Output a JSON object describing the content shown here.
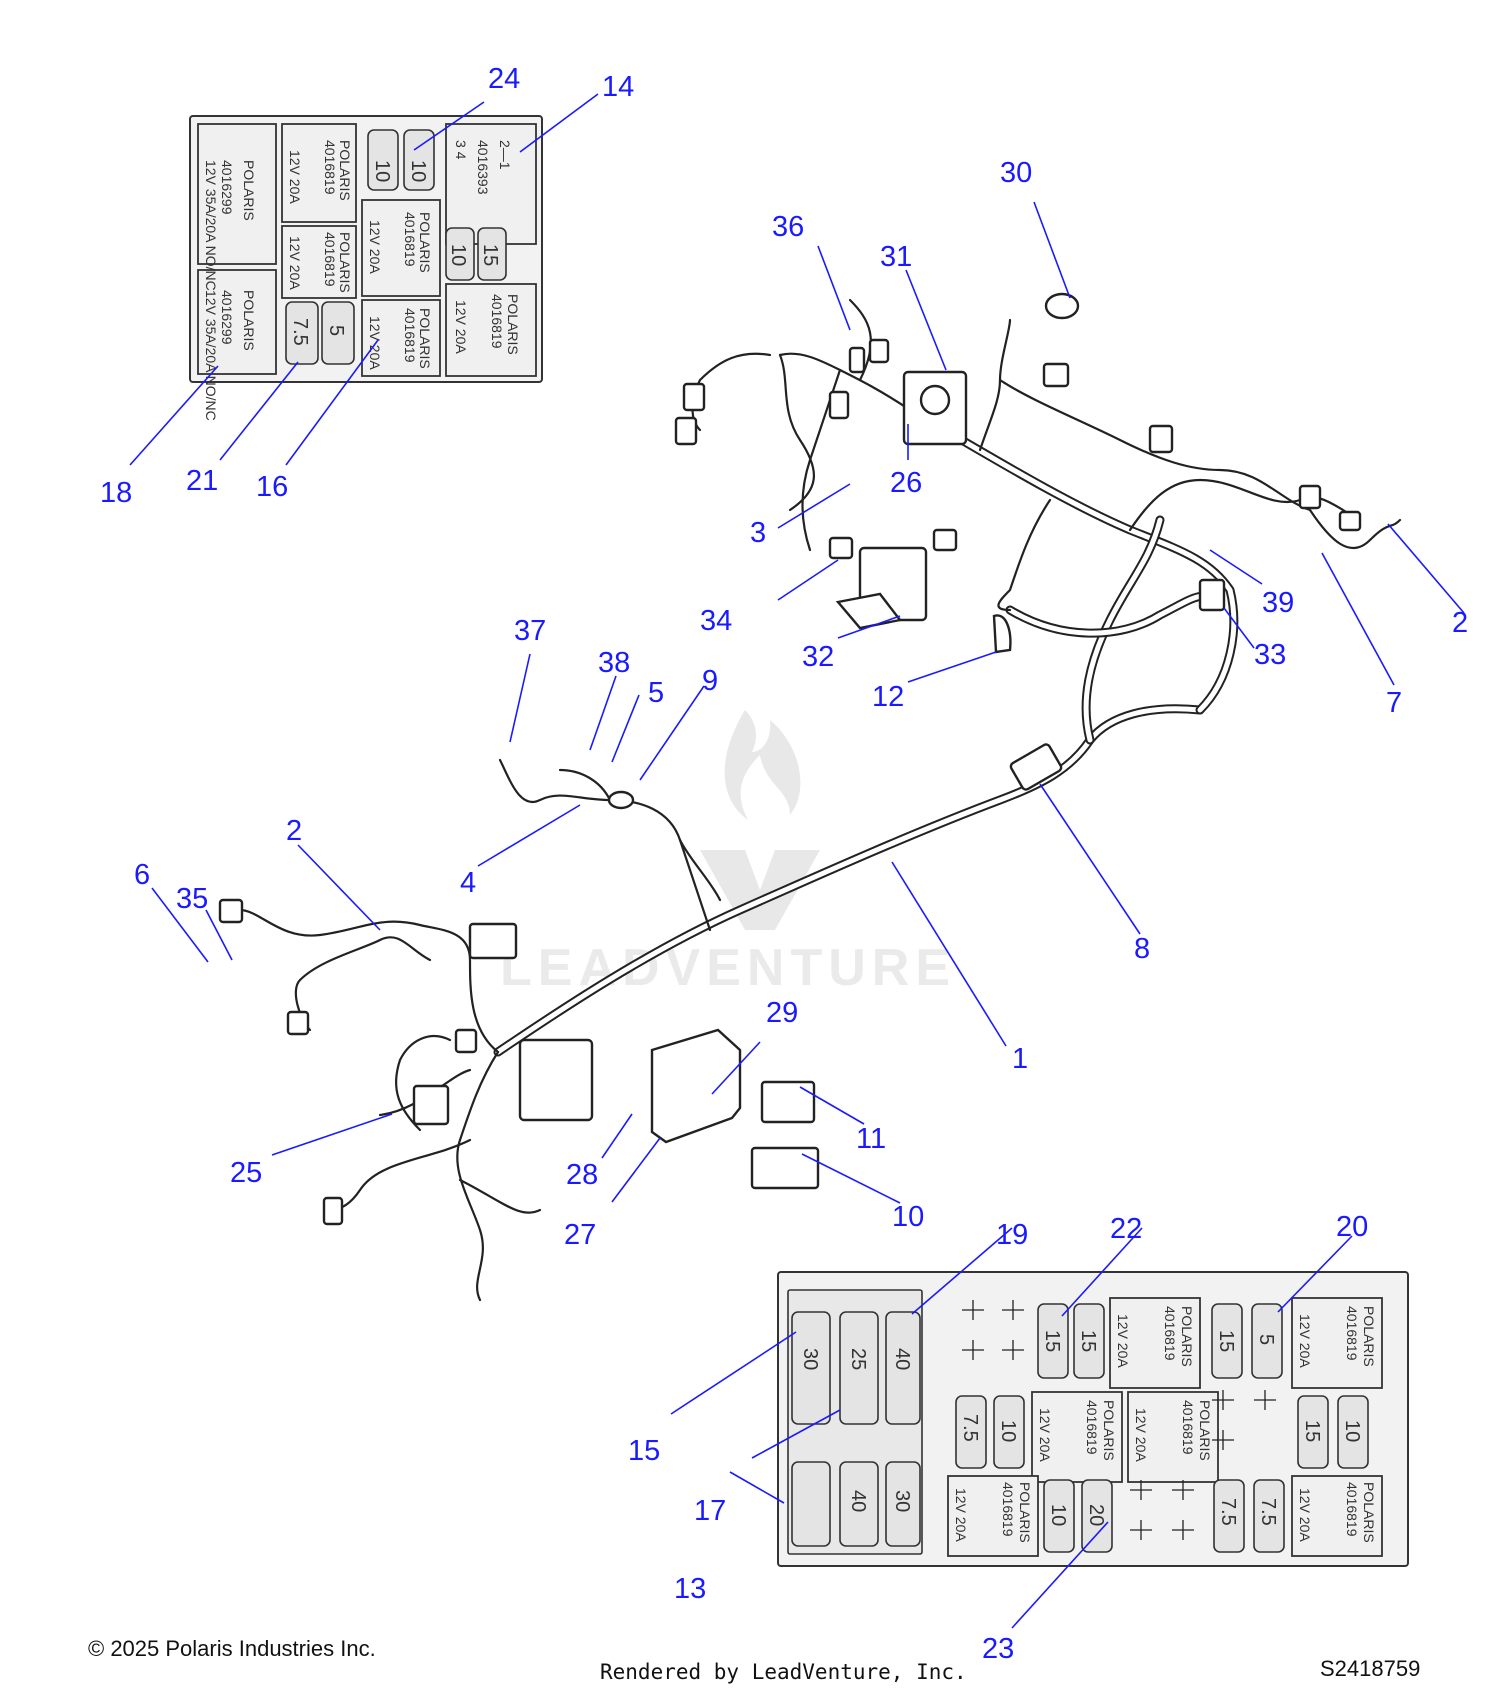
{
  "callouts": [
    {
      "id": "c1",
      "label": "1"
    },
    {
      "id": "c2a",
      "label": "2"
    },
    {
      "id": "c2b",
      "label": "2"
    },
    {
      "id": "c3",
      "label": "3"
    },
    {
      "id": "c4",
      "label": "4"
    },
    {
      "id": "c5",
      "label": "5"
    },
    {
      "id": "c6",
      "label": "6"
    },
    {
      "id": "c7",
      "label": "7"
    },
    {
      "id": "c8",
      "label": "8"
    },
    {
      "id": "c9",
      "label": "9"
    },
    {
      "id": "c10",
      "label": "10"
    },
    {
      "id": "c11",
      "label": "11"
    },
    {
      "id": "c12",
      "label": "12"
    },
    {
      "id": "c13",
      "label": "13"
    },
    {
      "id": "c14",
      "label": "14"
    },
    {
      "id": "c15",
      "label": "15"
    },
    {
      "id": "c16",
      "label": "16"
    },
    {
      "id": "c17",
      "label": "17"
    },
    {
      "id": "c18",
      "label": "18"
    },
    {
      "id": "c19",
      "label": "19"
    },
    {
      "id": "c20",
      "label": "20"
    },
    {
      "id": "c21",
      "label": "21"
    },
    {
      "id": "c22",
      "label": "22"
    },
    {
      "id": "c23",
      "label": "23"
    },
    {
      "id": "c24",
      "label": "24"
    },
    {
      "id": "c25",
      "label": "25"
    },
    {
      "id": "c26",
      "label": "26"
    },
    {
      "id": "c27",
      "label": "27"
    },
    {
      "id": "c28",
      "label": "28"
    },
    {
      "id": "c29",
      "label": "29"
    },
    {
      "id": "c30",
      "label": "30"
    },
    {
      "id": "c31",
      "label": "31"
    },
    {
      "id": "c32",
      "label": "32"
    },
    {
      "id": "c33",
      "label": "33"
    },
    {
      "id": "c34",
      "label": "34"
    },
    {
      "id": "c35",
      "label": "35"
    },
    {
      "id": "c36",
      "label": "36"
    },
    {
      "id": "c37",
      "label": "37"
    },
    {
      "id": "c38",
      "label": "38"
    },
    {
      "id": "c39",
      "label": "39"
    }
  ],
  "upper_box": {
    "relay_brand": "POLARIS",
    "relay_part_a": "4016299",
    "relay_spec_a": "12V 35A/20A NO/NC",
    "relay_part_b": "4016819",
    "relay_spec_b": "12V 20A",
    "relay_part_c": "4016393",
    "relay_pins": "2—1",
    "relay_pins2": "3  4",
    "fuses": [
      "10",
      "10",
      "10",
      "15",
      "7.5",
      "5"
    ]
  },
  "lower_box": {
    "relay_brand": "POLARIS",
    "relay_part": "4016819",
    "relay_spec": "12V 20A",
    "maxi_fuses": [
      "30",
      "25",
      "40",
      "40",
      "30"
    ],
    "mini_fuses": [
      "15",
      "15",
      "15",
      "5",
      "7.5",
      "10",
      "15",
      "10",
      "10",
      "20",
      "7.5",
      "7.5"
    ]
  },
  "watermark": "LEADVENTURE",
  "footer": {
    "copyright": "© 2025 Polaris Industries Inc.",
    "rendered_by": "Rendered by LeadVenture, Inc.",
    "diagram_id": "S2418759"
  }
}
